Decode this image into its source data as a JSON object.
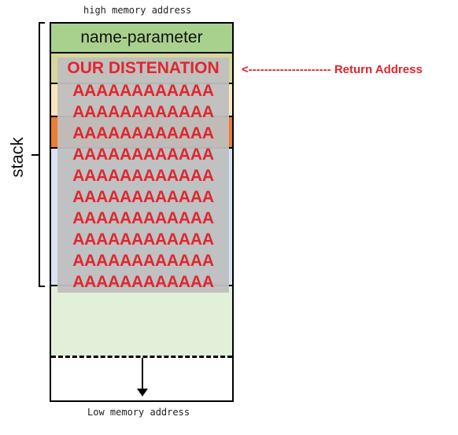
{
  "labels": {
    "top": "high memory address",
    "bottom": "Low memory address",
    "stack": "stack",
    "return_address": "<--------------------- Return Address"
  },
  "segments": {
    "name_parameter": "name-parameter"
  },
  "payload": {
    "title": "OUR DISTENATION",
    "lines": [
      "AAAAAAAAAAAA",
      "AAAAAAAAAAAA",
      "AAAAAAAAAAAA",
      "AAAAAAAAAAAA",
      "AAAAAAAAAAAA",
      "AAAAAAAAAAAA",
      "AAAAAAAAAAAA",
      "AAAAAAAAAAAA",
      "AAAAAAAAAAAA",
      "AAAAAAAAAAAA"
    ]
  },
  "colors": {
    "payload_text": "#e0262e",
    "name_parameter_fill": "#a9d18e",
    "return_slot_fill": "#d7d79a",
    "saved_frame_fill": "#fbe5bd",
    "orange_slot_fill": "#ed7d31",
    "buffer_fill": "#dae3f3",
    "free_space_fill": "#e2efd9",
    "overlay_fill": "#bfbfbf"
  }
}
